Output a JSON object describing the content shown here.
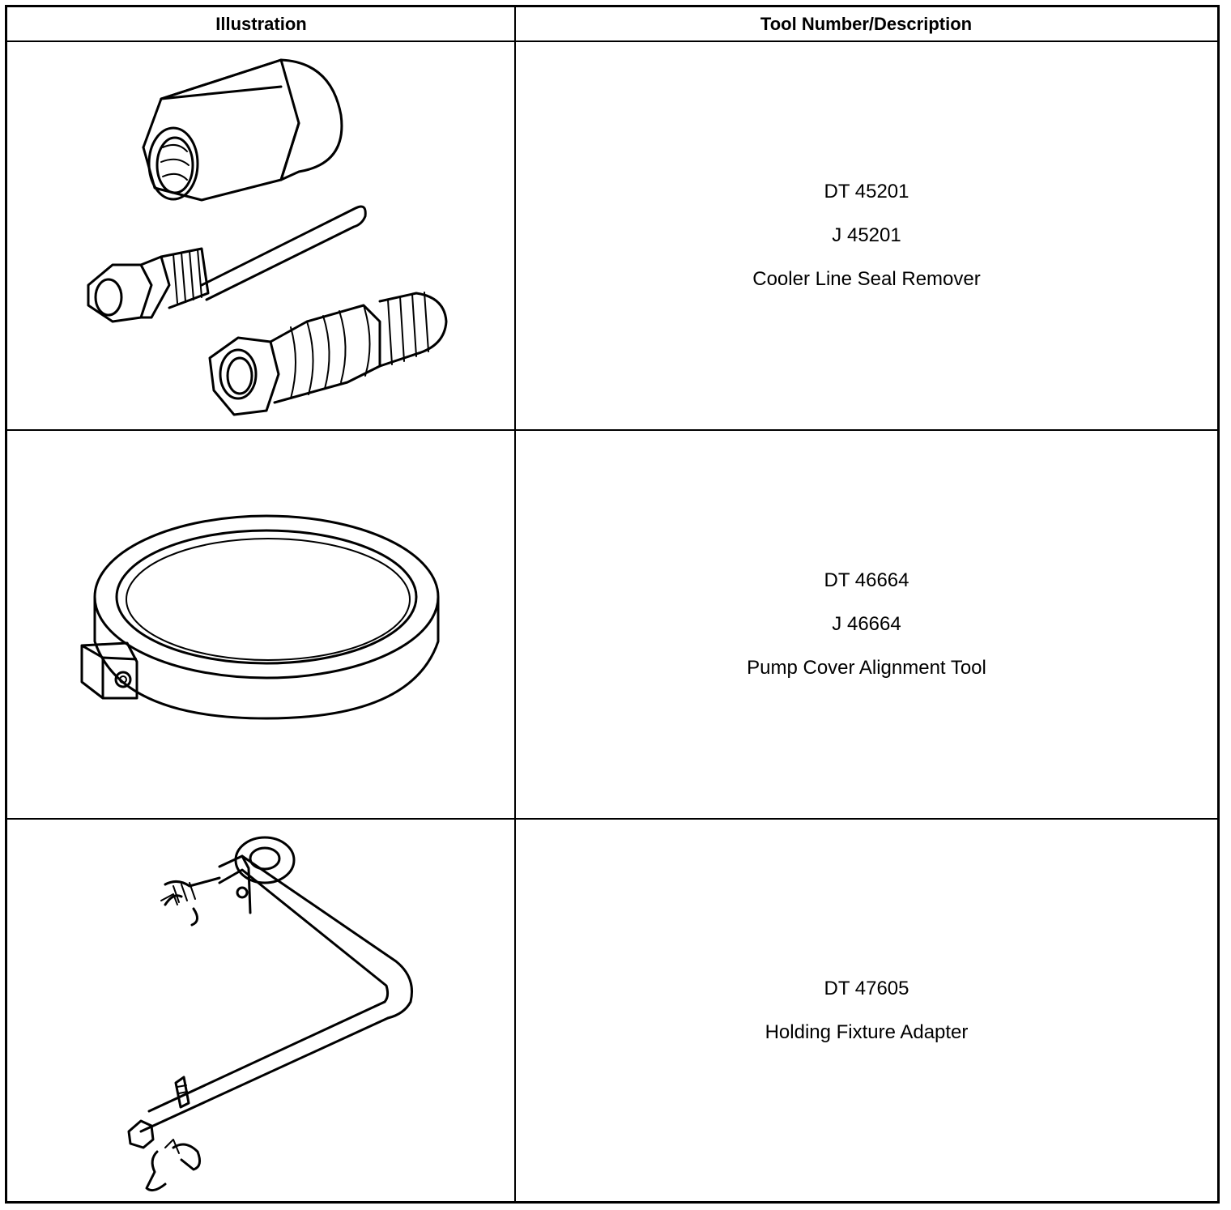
{
  "table": {
    "header": {
      "illustration": "Illustration",
      "description": "Tool Number/Description"
    },
    "rows": [
      {
        "illustration_icon": "cooler-line-seal-remover-drawing",
        "lines": [
          "DT 45201",
          "J 45201",
          "Cooler Line Seal Remover"
        ]
      },
      {
        "illustration_icon": "pump-cover-alignment-ring-drawing",
        "lines": [
          "DT 46664",
          "J 46664",
          "Pump Cover Alignment Tool"
        ]
      },
      {
        "illustration_icon": "holding-fixture-adapter-drawing",
        "lines": [
          "DT 47605",
          "Holding Fixture Adapter"
        ]
      }
    ]
  }
}
